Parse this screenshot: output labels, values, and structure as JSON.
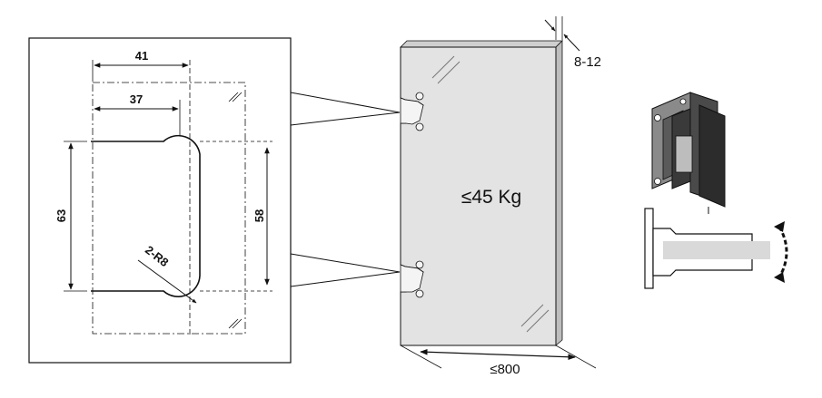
{
  "detail": {
    "dim_41": "41",
    "dim_37": "37",
    "dim_63": "63",
    "dim_58": "58",
    "radius": "2-R8"
  },
  "glass": {
    "thickness": "8-12",
    "max_weight": "≤45 Kg",
    "max_width": "≤800"
  },
  "colors": {
    "glass_fill": "#e3e3e3",
    "line": "#111111",
    "hinge_dark": "#3a3a3a",
    "hinge_mid": "#8a8a8a"
  },
  "icons": [
    "hinge-3d-icon",
    "hinge-side-swing-icon",
    "swing-arrow-icon"
  ]
}
